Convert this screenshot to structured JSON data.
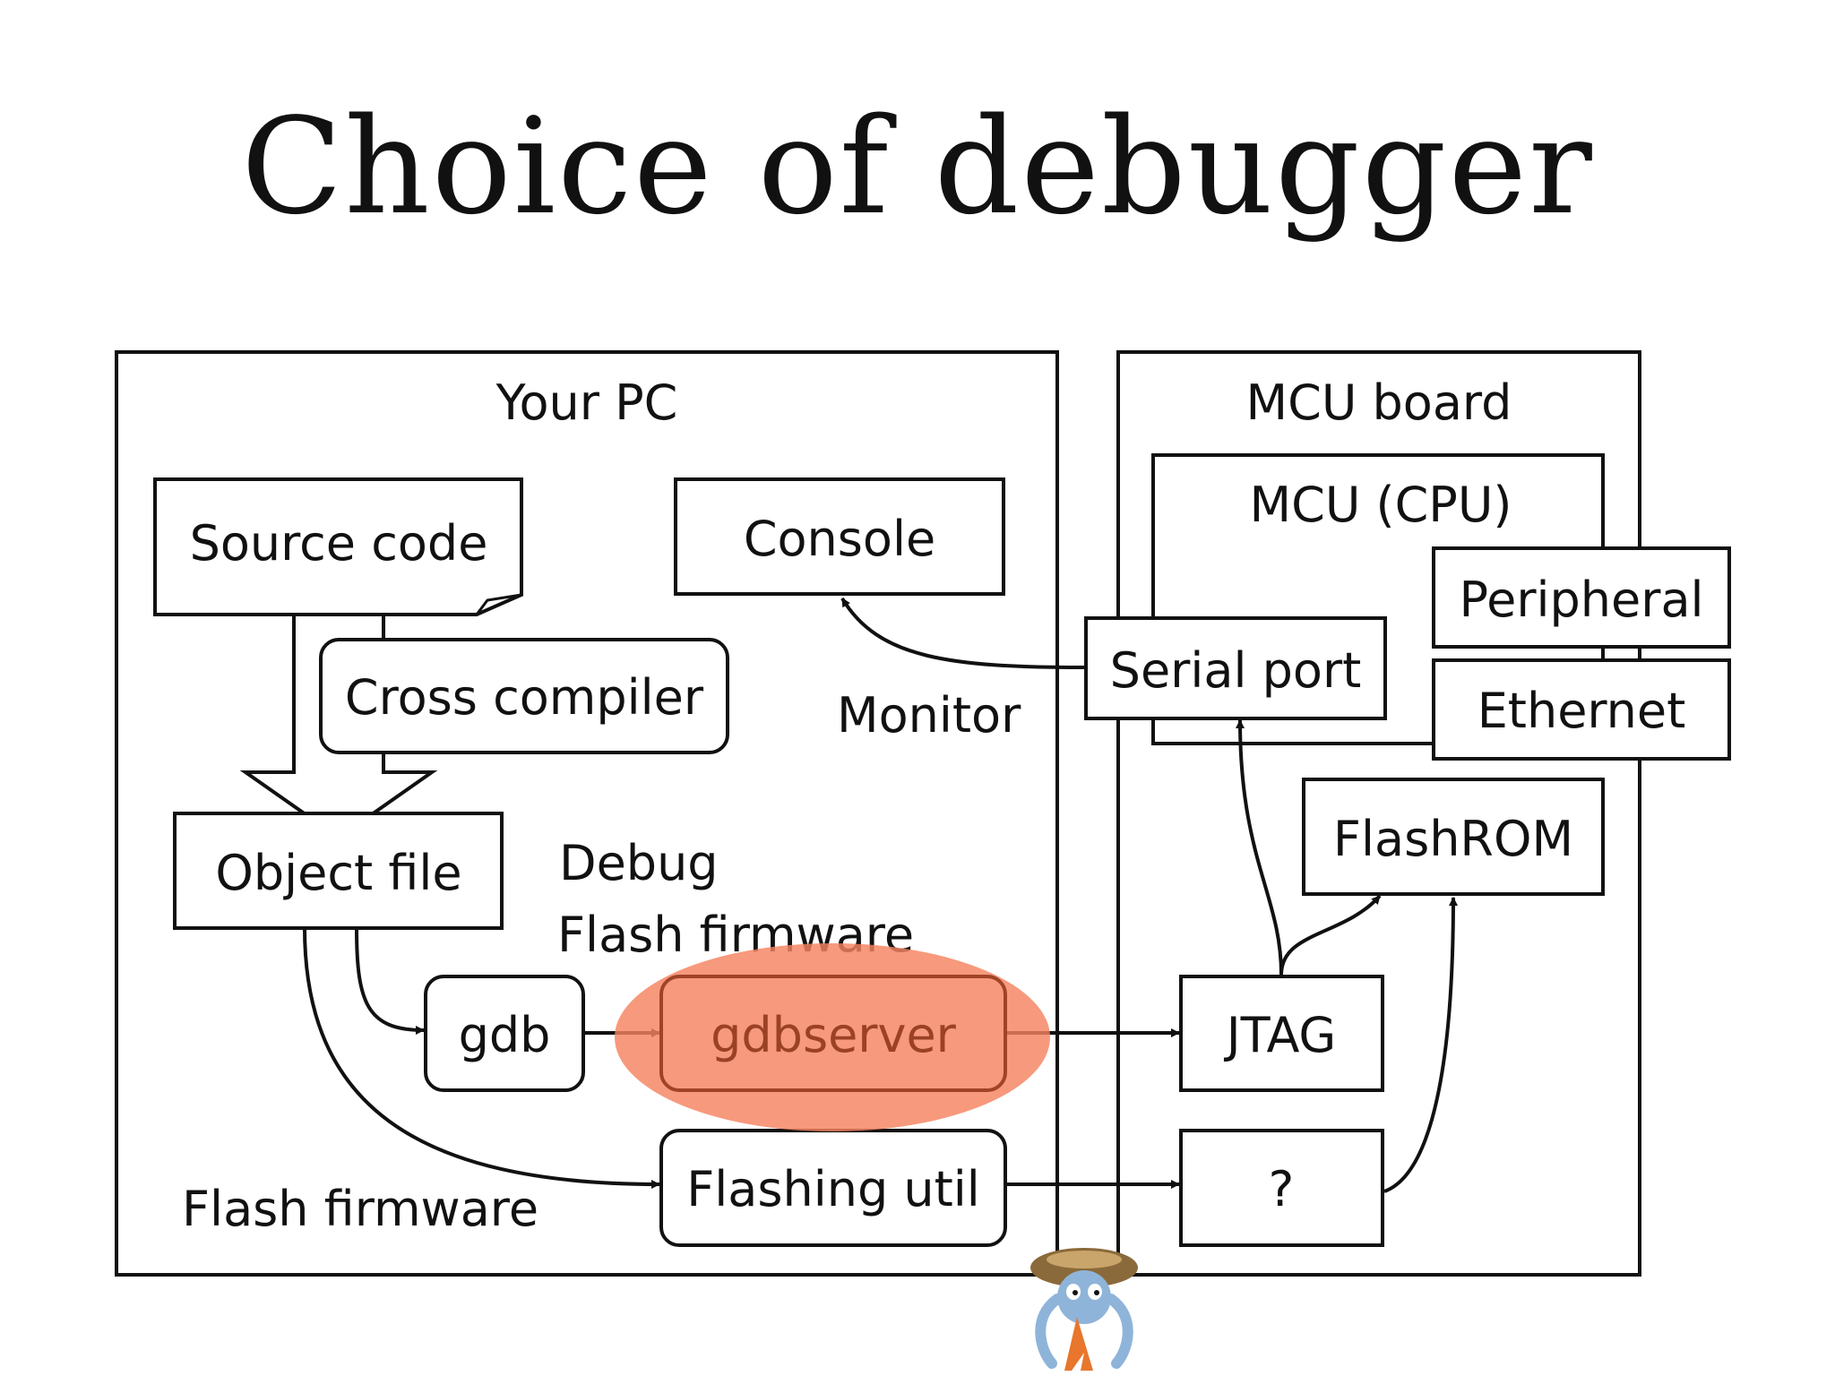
{
  "title": "Choice of debugger",
  "regions": {
    "pc": "Your PC",
    "mcu_board": "MCU board",
    "mcu_cpu": "MCU (CPU)"
  },
  "nodes": {
    "source_code": "Source code",
    "cross_compiler": "Cross compiler",
    "object_file": "Object file",
    "console": "Console",
    "gdb": "gdb",
    "gdbserver": "gdbserver",
    "flashing_util": "Flashing util",
    "serial_port": "Serial port",
    "peripheral": "Peripheral",
    "ethernet": "Ethernet",
    "flashrom": "FlashROM",
    "jtag": "JTAG",
    "unknown": "?"
  },
  "edge_labels": {
    "monitor": "Monitor",
    "debug": "Debug",
    "flash_firmware_debug": "Flash firmware",
    "flash_firmware": "Flash firmware"
  },
  "colors": {
    "highlight": "#f5825f",
    "stroke": "#111111"
  },
  "icons": {
    "mascot": "turtle-mascot-icon"
  }
}
